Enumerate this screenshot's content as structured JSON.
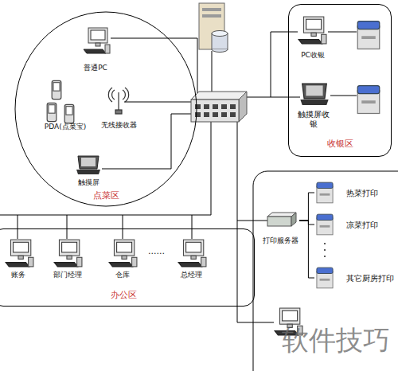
{
  "diagram": {
    "nodes": [
      {
        "text": [
          "点菜区"
        ]
      },
      {
        "text": [
          "普通PC"
        ],
        "in": 0
      },
      {
        "text": [
          "PDA(点菜宝)"
        ],
        "in": 0
      },
      {
        "text": [
          "无线接收器"
        ],
        "in": 0
      },
      {
        "text": [
          "触摸屏"
        ],
        "in": 0
      },
      {
        "text": [
          "收银区"
        ]
      },
      {
        "text": [
          "PC收银"
        ],
        "in": 5
      },
      {
        "text": [
          "触摸屏收银"
        ],
        "in": 5
      },
      {
        "text": [
          "打印服务器"
        ]
      },
      {
        "text": [
          "热菜打印"
        ]
      },
      {
        "text": [
          "凉菜打印"
        ]
      },
      {
        "text": [
          "其它厨房打印"
        ]
      },
      {
        "text": [
          "办公区"
        ]
      },
      {
        "text": [
          "账务"
        ],
        "in": 12
      },
      {
        "text": [
          "部门经理"
        ],
        "in": 12
      },
      {
        "text": [
          "仓库"
        ],
        "in": 12
      },
      {
        "text": [
          "总经理"
        ],
        "in": 12
      }
    ],
    "edges": [
      {
        "from": 8,
        "to": 9,
        "arrow": "none"
      },
      {
        "from": 8,
        "to": 10,
        "arrow": "none"
      },
      {
        "from": 8,
        "to": 11,
        "arrow": "none"
      }
    ],
    "labels": [
      "......",
      "软件技巧"
    ]
  }
}
